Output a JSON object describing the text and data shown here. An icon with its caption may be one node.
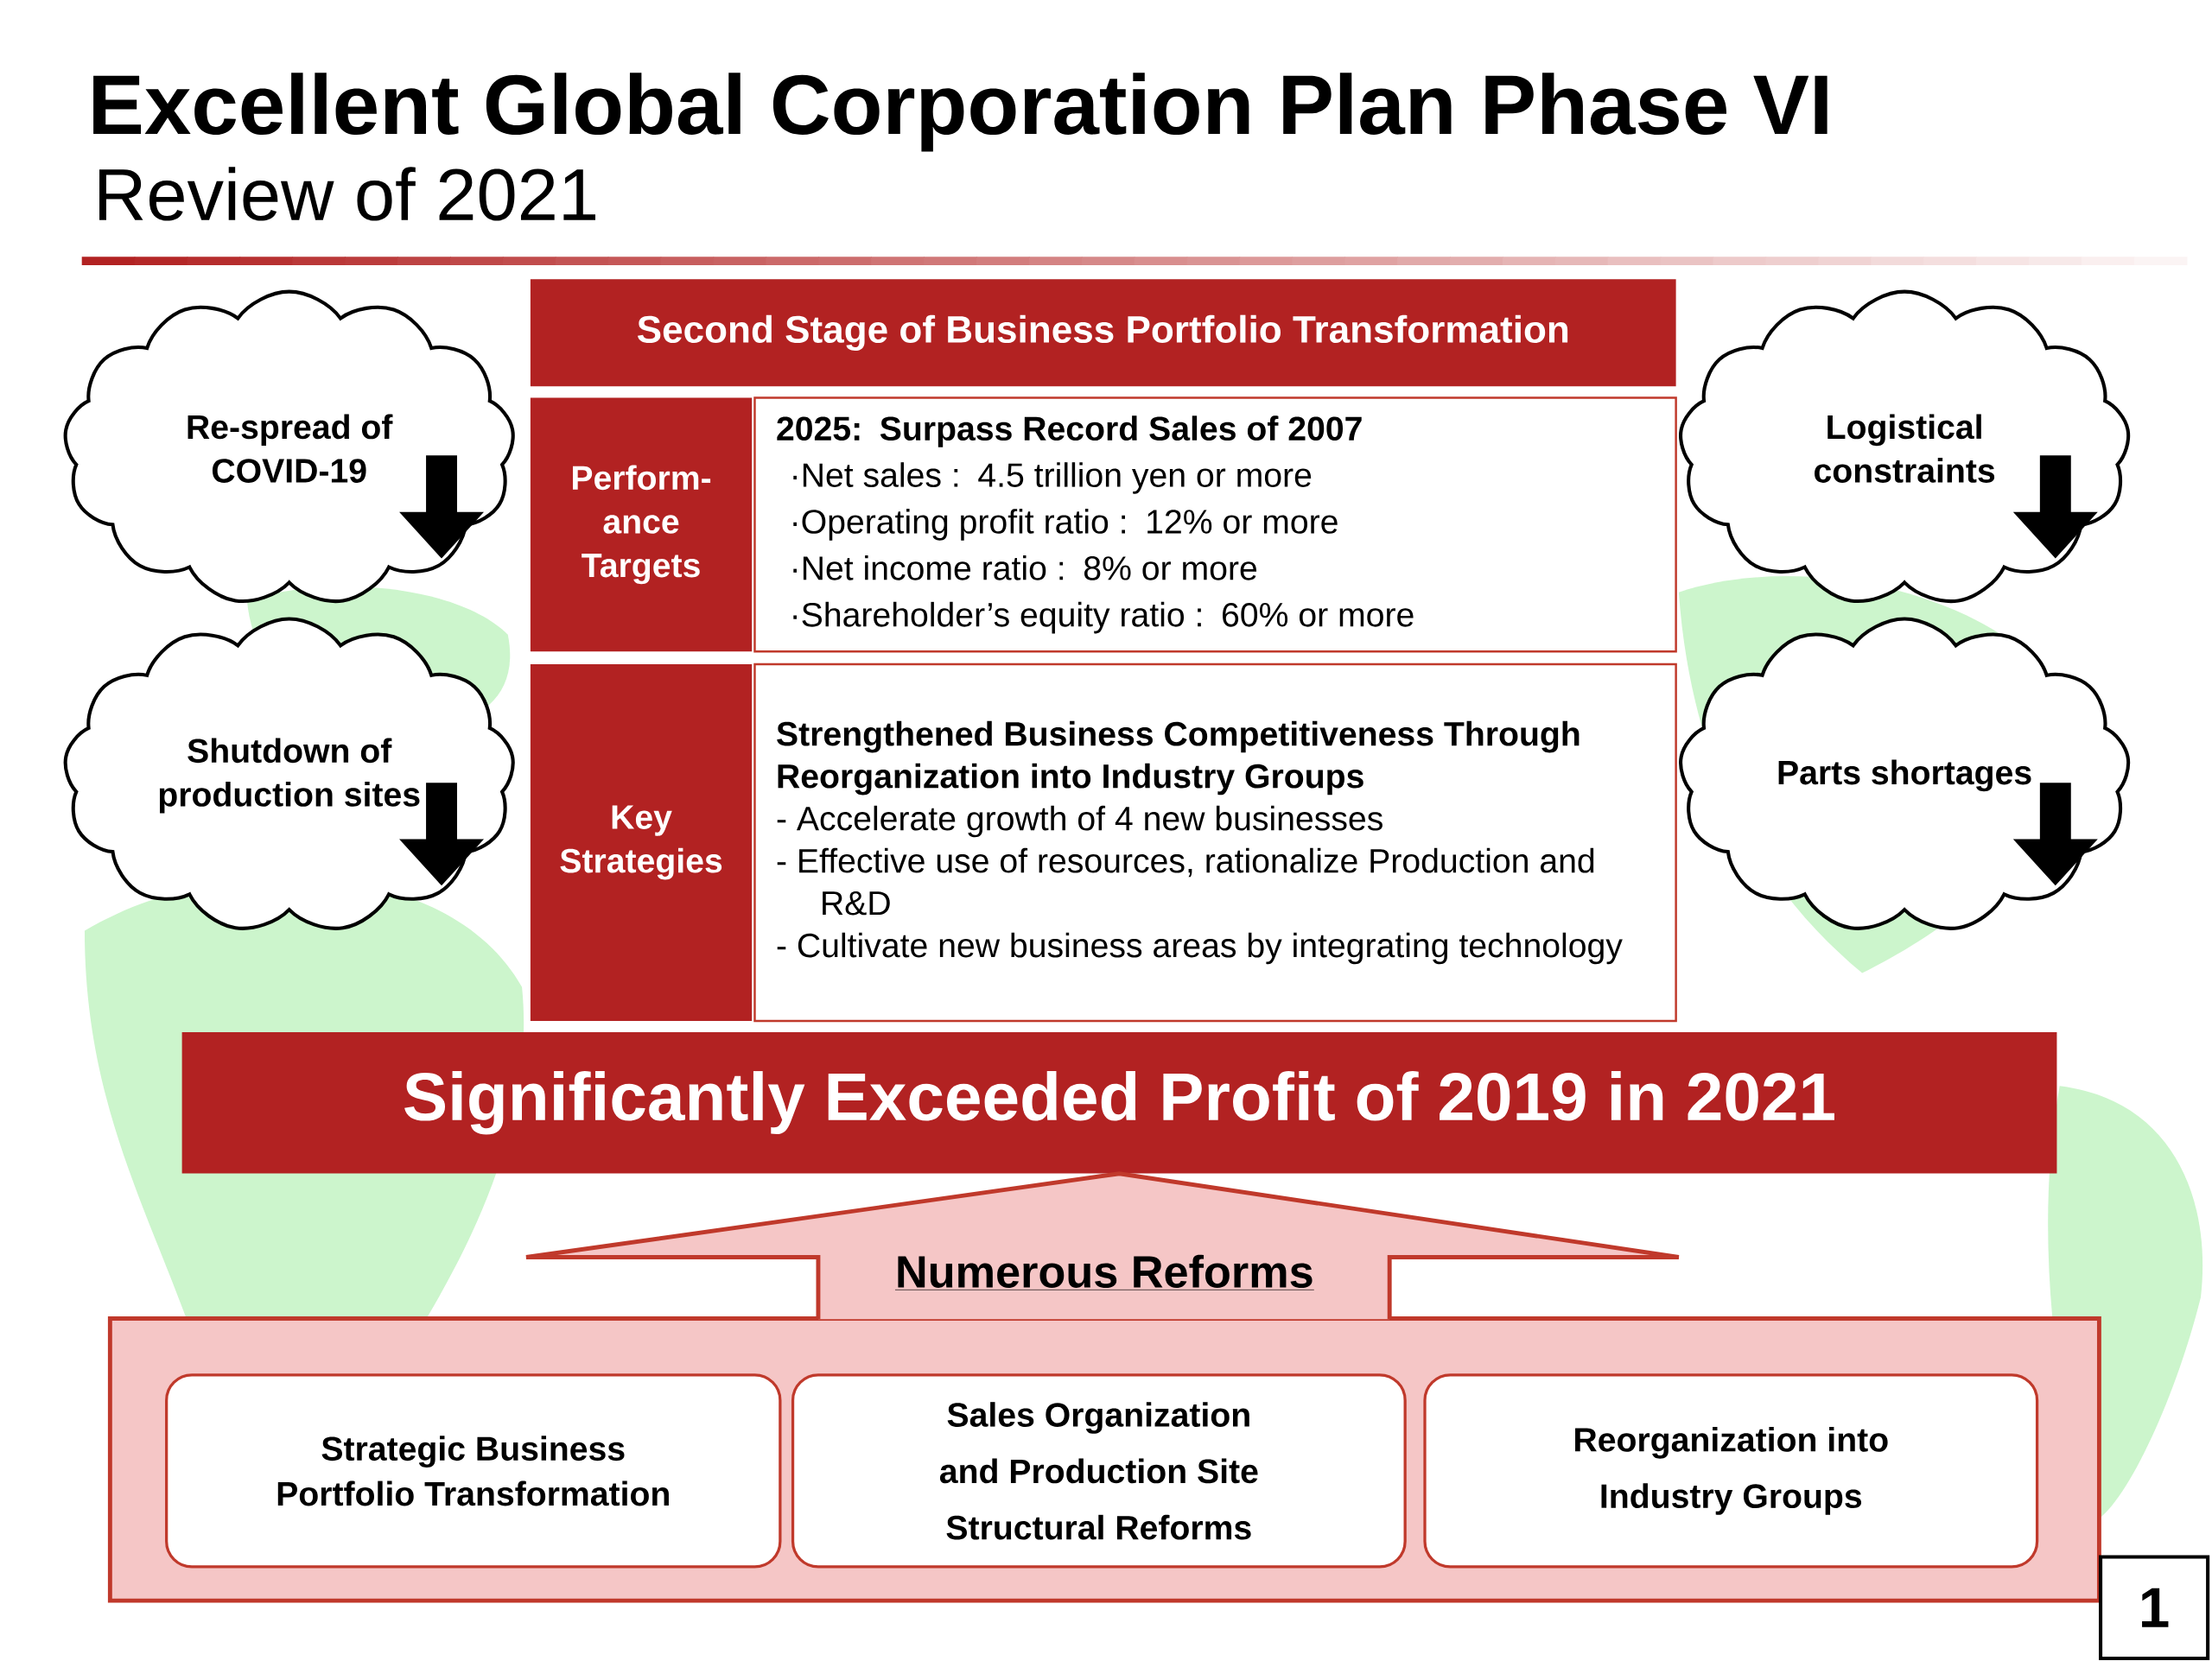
{
  "diagram": {
    "title": "Excellent Global Corporation Plan Phase VI",
    "nodes": [
      {
        "text": [
          "Second Stage of Business Portfolio Transformation"
        ]
      },
      {
        "text": [
          "Re-spread of COVID-19"
        ]
      },
      {
        "text": [
          "Logistical constraints"
        ]
      },
      {
        "text": [
          "Perform- ance Targets"
        ]
      },
      {
        "text": [
          "2025: Surpass Record Sales of 2007",
          "·Net sales : 4.5 trillion yen or more",
          "·Operating profit ratio : 12% or more",
          "·Net income ratio : 8% or more",
          "·Shareholder’s equity ratio : 60% or more"
        ]
      },
      {
        "text": [
          "Shutdown of production sites"
        ]
      },
      {
        "text": [
          "Parts shortages"
        ]
      },
      {
        "text": [
          "Key Strategies"
        ]
      },
      {
        "text": [
          "Strengthened Business Competitiveness Through Reorganization into Industry Groups",
          "- Accelerate growth of 4 new businesses",
          "- Effective use of resources, rationalize Production and R&D",
          "- Cultivate new business areas by integrating technology"
        ]
      },
      {
        "text": [
          "Significantly Exceeded Profit of 2019 in 2021"
        ]
      },
      {
        "text": [],
        "shape": "box"
      },
      {
        "text": [
          "Strategic Business Portfolio Transformation"
        ],
        "in": 10
      },
      {
        "text": [
          "Sales Organization and Production Site Structural Reforms"
        ],
        "in": 10
      },
      {
        "text": [
          "Reorganization into Industry Groups"
        ],
        "in": 10
      }
    ],
    "edges": [
      {
        "from": 10,
        "to": 9,
        "arrow": "to",
        "label": "Numerous Reforms"
      }
    ],
    "labels": [
      "Review of 2021",
      "1"
    ]
  }
}
